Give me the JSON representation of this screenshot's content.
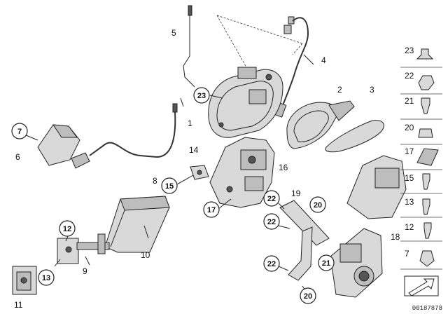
{
  "callouts": {
    "c1": "1",
    "c2": "2",
    "c3": "3",
    "c4": "4",
    "c5": "5",
    "c6": "6",
    "c7": "7",
    "c8": "8",
    "c9": "9",
    "c10": "10",
    "c11": "11",
    "c12": "12",
    "c13": "13",
    "c14": "14",
    "c15": "15",
    "c16": "16",
    "c17": "17",
    "c19": "19",
    "c20a": "20",
    "c20b": "20",
    "c21": "21",
    "c22a": "22",
    "c22b": "22",
    "c22c": "22",
    "c23": "23"
  },
  "sidebar": {
    "items": [
      "23",
      "22",
      "21",
      "20",
      "17",
      "15",
      "13",
      "12",
      "7"
    ],
    "item18": "18"
  },
  "drawing_code": "00187878"
}
